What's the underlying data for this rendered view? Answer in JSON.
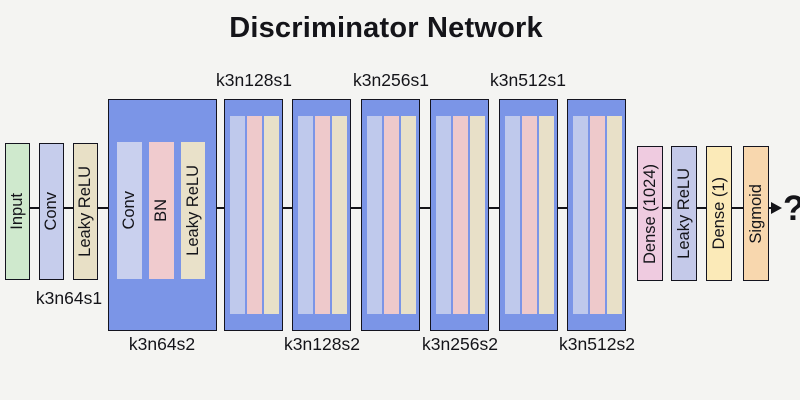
{
  "title": "Discriminator Network",
  "blocks": {
    "input": "Input",
    "conv1": "Conv",
    "lrelu1": "Leaky ReLU",
    "b64_conv": "Conv",
    "b64_bn": "BN",
    "b64_lrelu": "Leaky ReLU",
    "dense_1024": "Dense (1024)",
    "lrelu_out": "Leaky ReLU",
    "dense_1": "Dense (1)",
    "sigmoid": "Sigmoid"
  },
  "labels": {
    "group1": "k3n64s1",
    "b64_below": "k3n64s2",
    "pair1_above": "k3n128s1",
    "pair1_below": "k3n128s2",
    "pair2_above": "k3n256s1",
    "pair2_below": "k3n256s2",
    "pair3_above": "k3n512s1",
    "pair3_below": "k3n512s2"
  },
  "output_symbol": "?",
  "colors": {
    "background": "#f4f4f2",
    "line_and_border": "#141419",
    "input_green": "#cfe9cd",
    "conv_lavender": "#c6cdec",
    "lrelu_beige": "#e8e0c6",
    "block_blue": "#7b95e7",
    "inner_conv_lavender": "#bfc9ec",
    "inner_bn_pink": "#eec9cb",
    "inner_lrelu_beige": "#e8e0c8",
    "dense1024_pink": "#efcbe0",
    "out_lrelu_lavender": "#c4c9e9",
    "dense1_yellow": "#fbeab8",
    "sigmoid_orange": "#f8d7ae"
  }
}
